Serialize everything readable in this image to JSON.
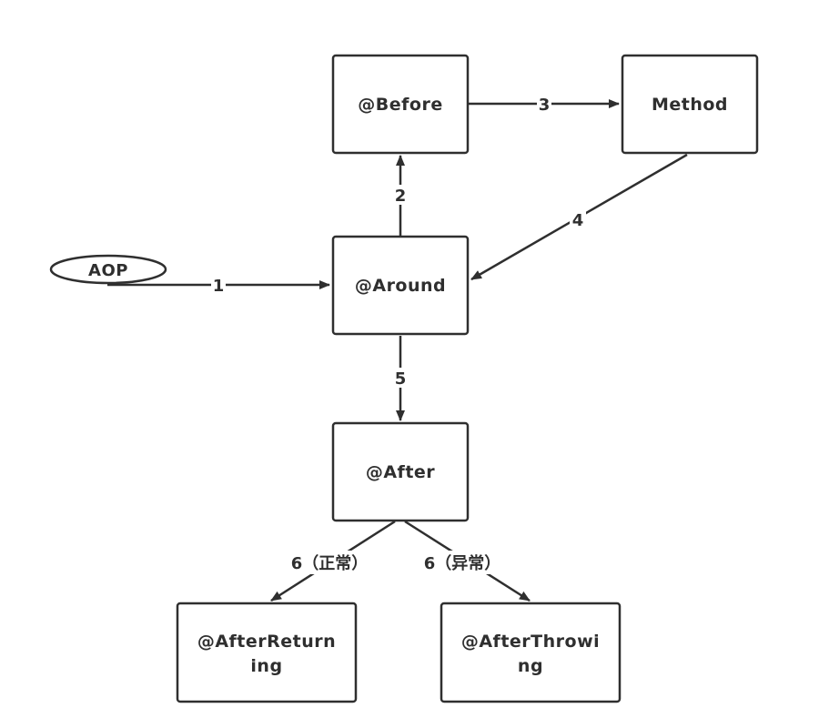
{
  "diagram": {
    "nodes": {
      "aop": {
        "label": "AOP"
      },
      "before": {
        "label": "@Before"
      },
      "method": {
        "label": "Method"
      },
      "around": {
        "label": "@Around"
      },
      "after": {
        "label": "@After"
      },
      "after_returning": {
        "label_line1": "@AfterReturn",
        "label_line2": "ing"
      },
      "after_throwing": {
        "label_line1": "@AfterThrowi",
        "label_line2": "ng"
      }
    },
    "edges": {
      "e1": {
        "label": "1"
      },
      "e2": {
        "label": "2"
      },
      "e3": {
        "label": "3"
      },
      "e4": {
        "label": "4"
      },
      "e5": {
        "label": "5"
      },
      "e6_normal": {
        "label": "6（正常）"
      },
      "e6_exception": {
        "label": "6（异常）"
      }
    },
    "colors": {
      "stroke": "#2f2f2f",
      "background": "#ffffff"
    }
  }
}
